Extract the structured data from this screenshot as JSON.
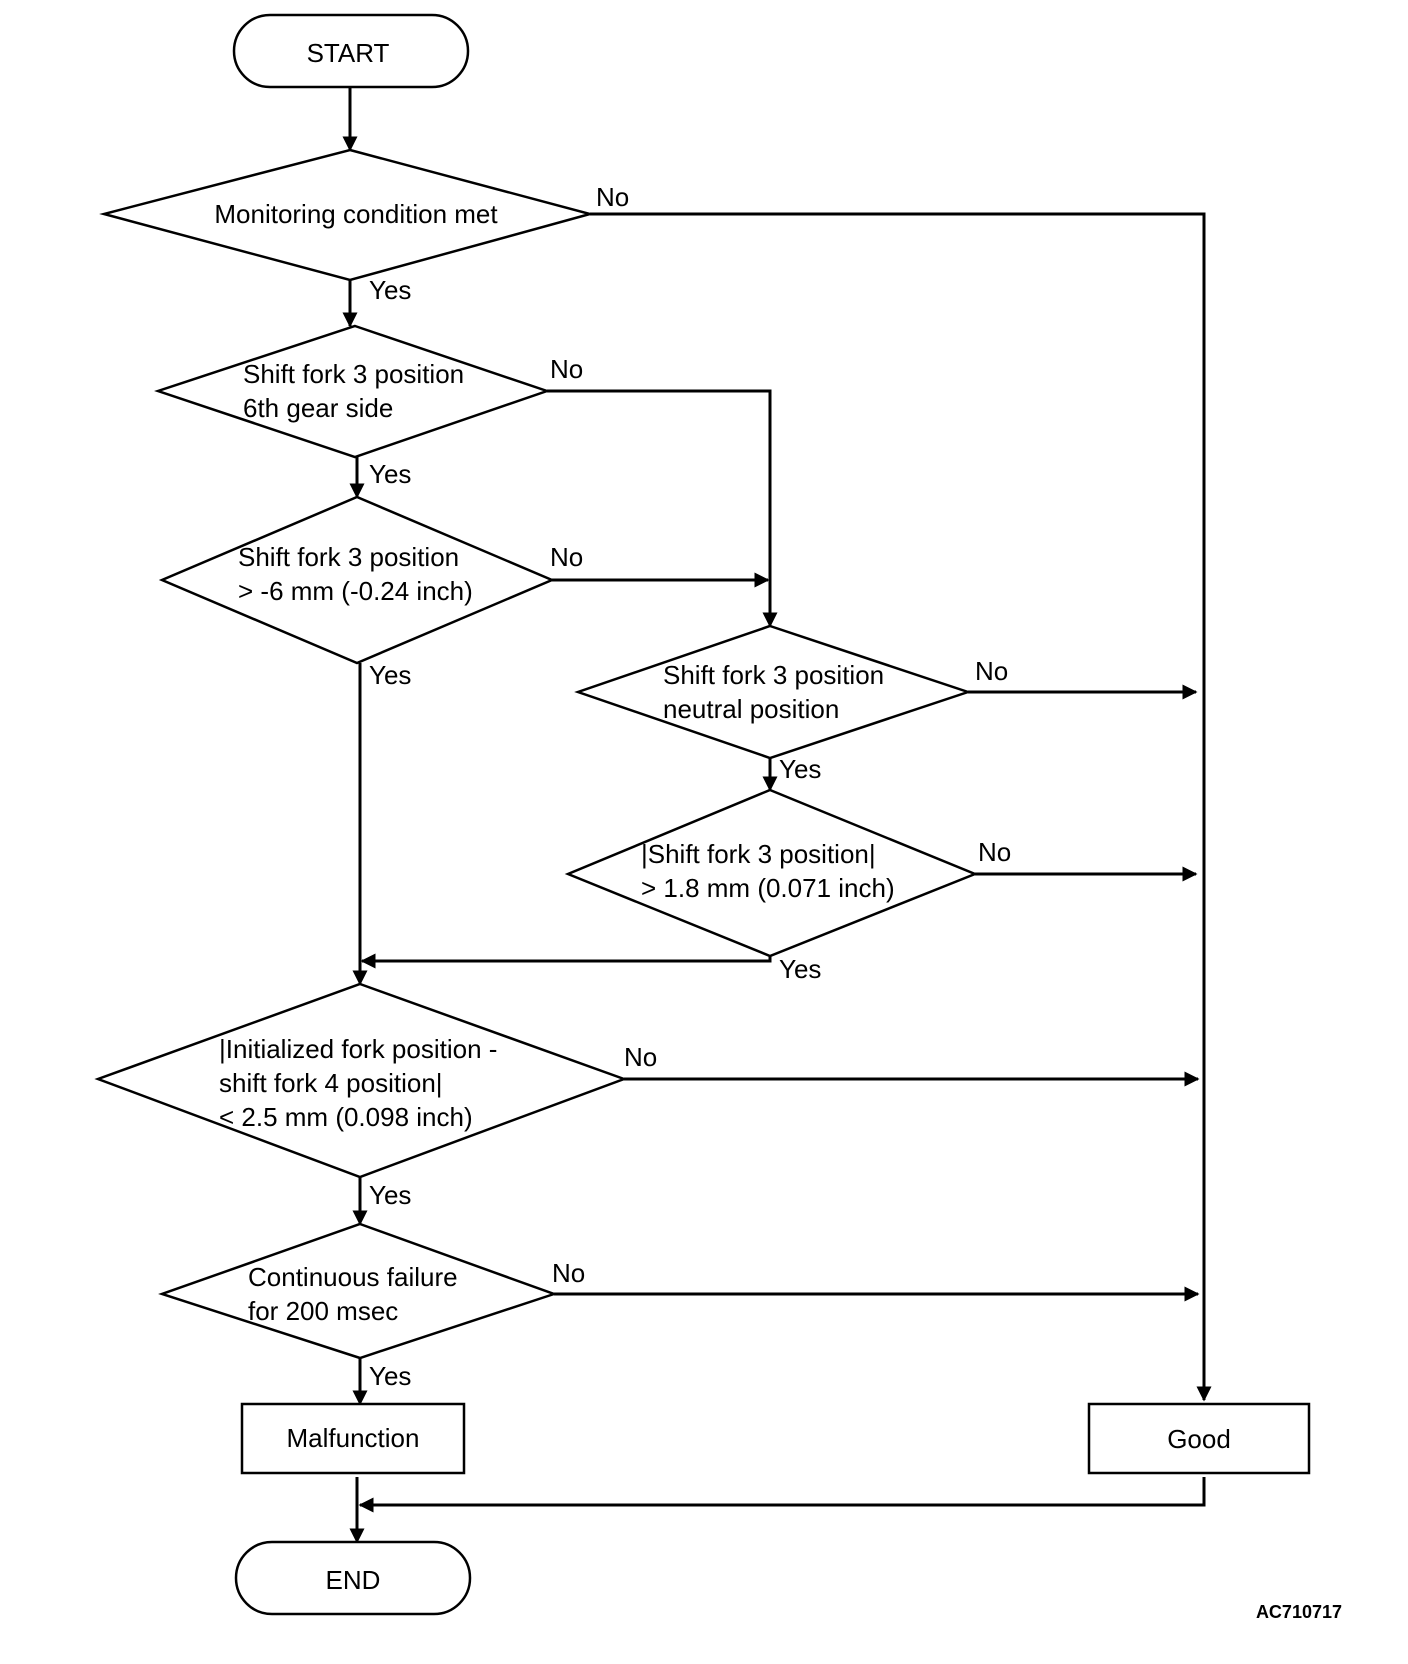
{
  "diagram": {
    "nodes": {
      "start": "START",
      "monitoring": "Monitoring condition met",
      "d6th": [
        "Shift fork 3 position",
        "6th gear side"
      ],
      "dminus6": [
        "Shift fork 3 position",
        "> -6 mm (-0.24 inch)"
      ],
      "dneutral": [
        "Shift fork 3 position",
        "neutral position"
      ],
      "d18": [
        "|Shift fork 3 position|",
        "> 1.8 mm (0.071 inch)"
      ],
      "dinit": [
        "|Initialized fork position -",
        "shift fork 4 position|",
        "< 2.5 mm (0.098 inch)"
      ],
      "dcont": [
        "Continuous failure",
        "for 200 msec"
      ],
      "malfunction": "Malfunction",
      "good": "Good",
      "end": "END"
    },
    "edges": {
      "monitoring_yes": "Yes",
      "monitoring_no": "No",
      "d6th_yes": "Yes",
      "d6th_no": "No",
      "dminus6_yes": "Yes",
      "dminus6_no": "No",
      "dneutral_yes": "Yes",
      "dneutral_no": "No",
      "d18_yes": "Yes",
      "d18_no": "No",
      "dinit_yes": "Yes",
      "dinit_no": "No",
      "dcont_yes": "Yes",
      "dcont_no": "No"
    },
    "reference_code": "AC710717"
  }
}
